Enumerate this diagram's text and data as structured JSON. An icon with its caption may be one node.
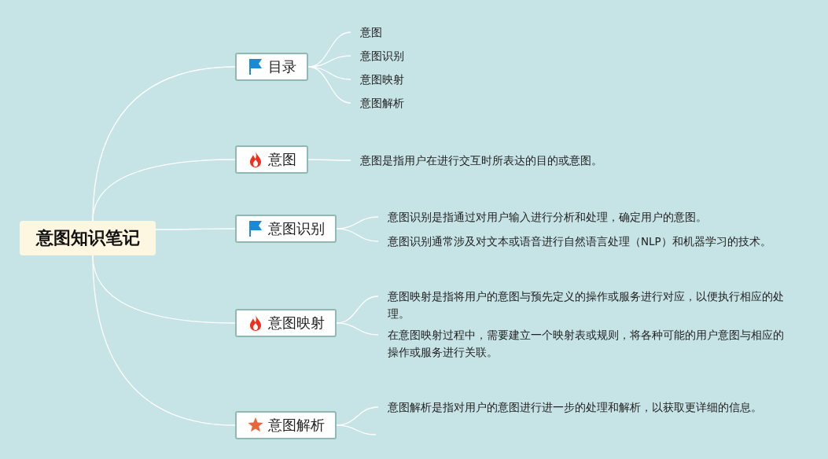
{
  "diagram": {
    "nodes": [
      {
        "text": [
          "意图知识笔记"
        ]
      },
      {
        "text": [
          "目录"
        ]
      },
      {
        "text": [
          "意图"
        ]
      },
      {
        "text": [
          "意图识别"
        ]
      },
      {
        "text": [
          "意图映射"
        ]
      },
      {
        "text": [
          "意图解析"
        ]
      },
      {
        "text": [
          "意图"
        ]
      },
      {
        "text": [
          "意图是指用户在进行交互时所表达的目的或意图。"
        ]
      },
      {
        "text": [
          "意图识别"
        ]
      },
      {
        "text": [
          "意图识别是指通过对用户输入进行分析和处理，确定用户的意图。"
        ]
      },
      {
        "text": [
          "意图识别通常涉及对文本或语音进行自然语言处理（NLP）和机器学习的技术。"
        ]
      },
      {
        "text": [
          "意图映射"
        ]
      },
      {
        "text": [
          "意图映射是指将用户的意图与预先定义的操作或服务进行对应，以便执行相应的处理。"
        ]
      },
      {
        "text": [
          "在意图映射过程中，需要建立一个映射表或规则，将各种可能的用户意图与相应的操作或服务进行关联。"
        ]
      },
      {
        "text": [
          "意图解析"
        ]
      },
      {
        "text": [
          "意图解析是指对用户的意图进行进一步的处理和解析，以获取更详细的信息。"
        ]
      }
    ],
    "edges": [
      {
        "from": 0,
        "to": 1,
        "arrow": "none"
      },
      {
        "from": 1,
        "to": 2,
        "arrow": "none"
      },
      {
        "from": 1,
        "to": 3,
        "arrow": "none"
      },
      {
        "from": 1,
        "to": 4,
        "arrow": "none"
      },
      {
        "from": 1,
        "to": 5,
        "arrow": "none"
      },
      {
        "from": 0,
        "to": 6,
        "arrow": "none"
      },
      {
        "from": 6,
        "to": 7,
        "arrow": "none"
      },
      {
        "from": 0,
        "to": 8,
        "arrow": "none"
      },
      {
        "from": 8,
        "to": 9,
        "arrow": "none"
      },
      {
        "from": 8,
        "to": 10,
        "arrow": "none"
      },
      {
        "from": 0,
        "to": 11,
        "arrow": "none"
      },
      {
        "from": 11,
        "to": 12,
        "arrow": "none"
      },
      {
        "from": 11,
        "to": 13,
        "arrow": "none"
      },
      {
        "from": 0,
        "to": 14,
        "arrow": "none"
      },
      {
        "from": 14,
        "to": 15,
        "arrow": "none"
      },
      {
        "from": 14,
        "to": null,
        "arrow": "none"
      }
    ]
  }
}
